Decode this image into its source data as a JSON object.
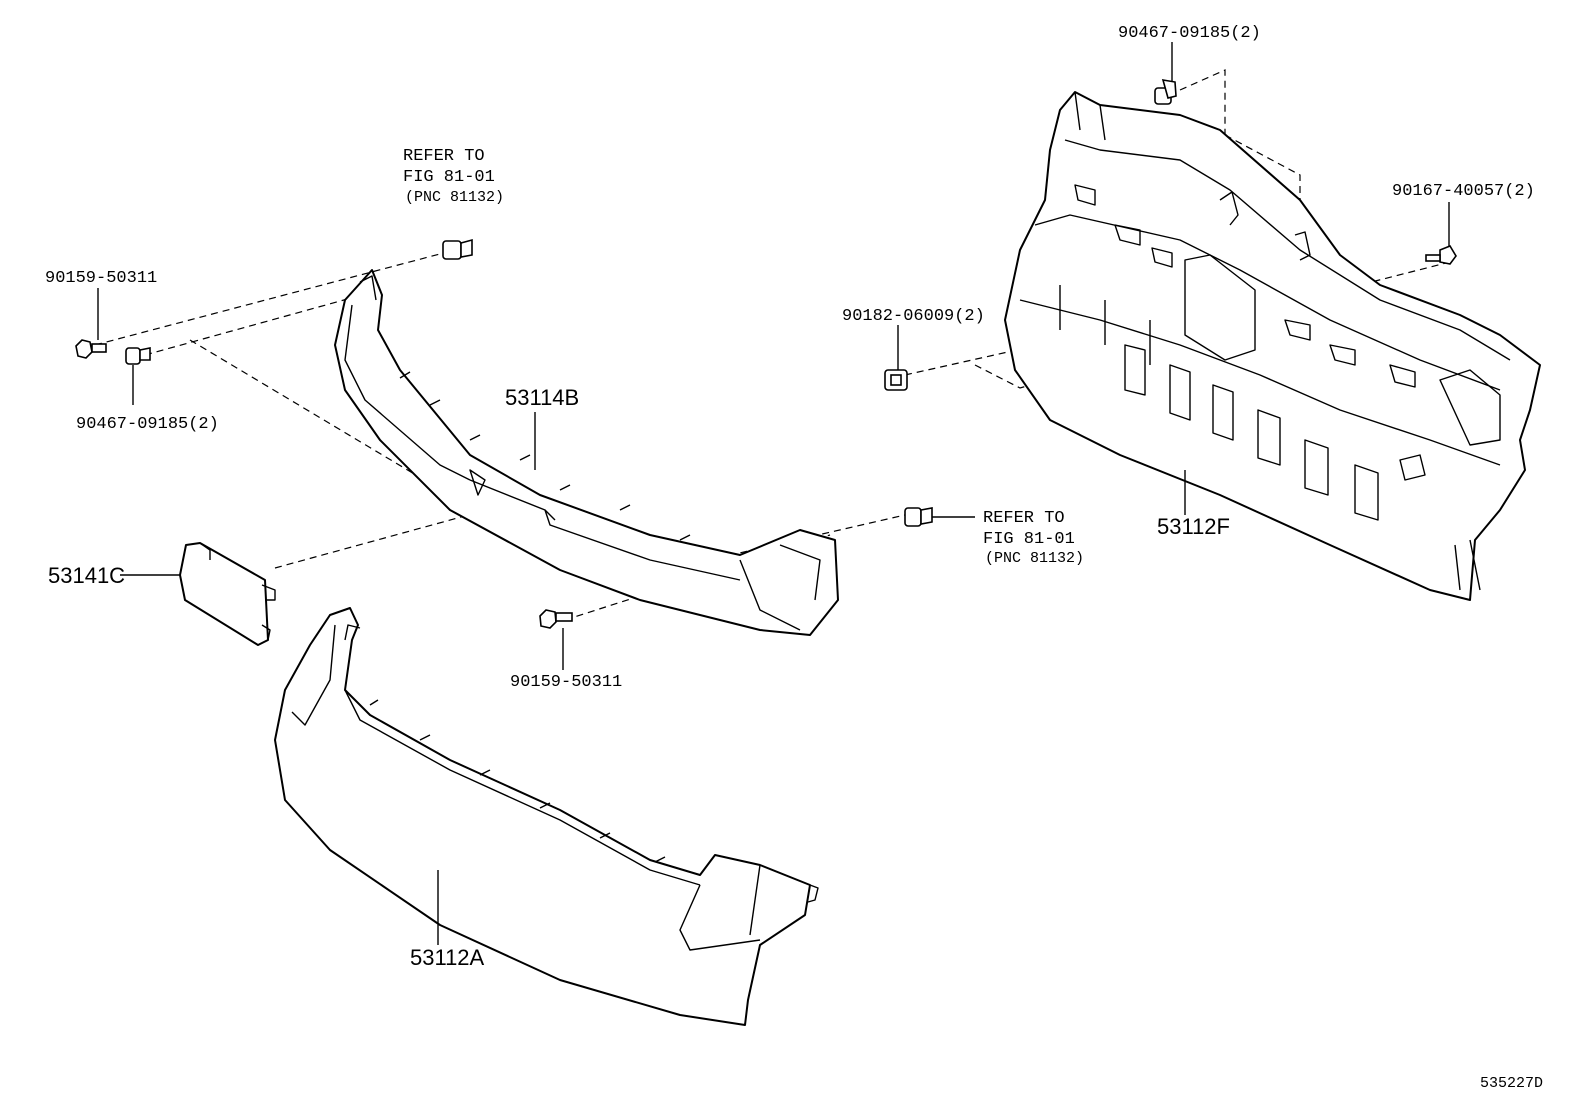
{
  "diagram_id": "535227D",
  "labels": {
    "p53114B": "53114B",
    "p53141C": "53141C",
    "p53112A": "53112A",
    "p53112F": "53112F",
    "bolt_left": "90159-50311",
    "bolt_bottom": "90159-50311",
    "clip_left": "90467-09185(2)",
    "clip_top_right": "90467-09185(2)",
    "screw_right": "90167-40057(2)",
    "nut_right": "90182-06009(2)"
  },
  "refer_top": {
    "line1": "REFER TO",
    "line2": "FIG 81-01",
    "line3": "(PNC 81132)"
  },
  "refer_mid": {
    "line1": "REFER TO",
    "line2": "FIG 81-01",
    "line3": "(PNC 81132)"
  }
}
